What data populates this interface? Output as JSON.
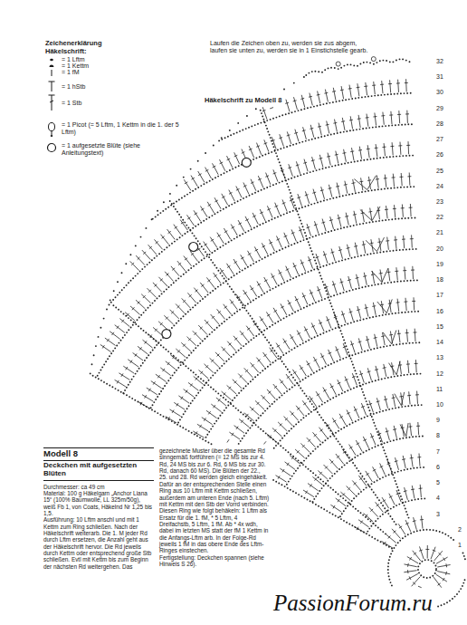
{
  "diagram": {
    "title": "Modell 8",
    "labels": [
      "Zeichenerklärung",
      "Häkelschrift:",
      "Laufen die Zeichen oben zu, werden sie zus abgem, laufen sie unten zu, werden sie in 1 Einstichstelle gearb.",
      "Häkelschrift zu Modell 8",
      "Deckchen mit aufgesetzten Blüten",
      "Durchmesser: ca 49 cm",
      "Material: 100 g Häkelgarn „Anchor Liana 15“ (100% Baumwolle, LL 325m/50g), weiß Fb 1, von Coats, Häkelnd Nr 1,25 bis 1,5.",
      "Ausführung: 10 Lftm anschl und mit 1 Kettm zum Ring schließen. Nach der Häkelschrift weiterarb. Die 1. M jeder Rd durch Lftm ersetzen, die Anzahl geht aus der Häkelschrift hervor. Die Rd jeweils durch Kettm oder entsprechend große Stb schließen. Evtl mit Kettm bis zum Beginn der nächsten Rd weitergehen. Das",
      "gezeichnete Muster über die gesamte Rd sinngemäß fortführen (= 12 MS bis zur 4. Rd, 24 MS bis zur 6. Rd, 6 MS bis zur 30. Rd, danach 60 MS). Die Blüten der 22., 25. und 28. Rd werden gleich eingehäkelt. Dafür an der entsprechenden Stelle einen Ring aus 10 Lftm mit Kettm schließen, außerdem am unteren Ende (nach 5. Lftm) mit Kettm mit den Stb der Vorrd verbinden. Diesen Ring wie folgt behäkeln: 1 Lftm als Ersatz für die 1. fM, * 5 Lftm, 4 Dreifachstb, 5 Lftm, 1 fM. Ab * 4x wdh, dabei im letzten MS statt der fM 1 Kettm in die Anfangs-Lftm arb. In der Folge-Rd jeweils 1 fM in das obere Ende des Lftm-Ringes einstechen.",
      "Fertigstellung: Deckchen spannen (siehe Hinweis S 26).",
      "32",
      "31",
      "30",
      "29",
      "28",
      "27",
      "26",
      "25",
      "24",
      "23",
      "22",
      "21",
      "20",
      "19",
      "18",
      "17",
      "16",
      "15",
      "14",
      "13",
      "12",
      "11",
      "10",
      "9",
      "8",
      "7",
      "6",
      "5",
      "4",
      "3",
      "2",
      "1",
      "PassionForum.ru"
    ],
    "legend": [
      {
        "text": "= 1 Lftm"
      },
      {
        "text": "= 1 Kettm"
      },
      {
        "text": "= 1 fM"
      },
      {
        "text": "= 1 hStb"
      },
      {
        "text": "= 1 Stb"
      },
      {
        "text": "= 1 Picot (= 5 Lftm, 1 Kettm in die 1. der 5 Lftm)"
      },
      {
        "text": "= 1 aufgesetzte Blüte (siehe Anleitungstext)"
      }
    ]
  }
}
